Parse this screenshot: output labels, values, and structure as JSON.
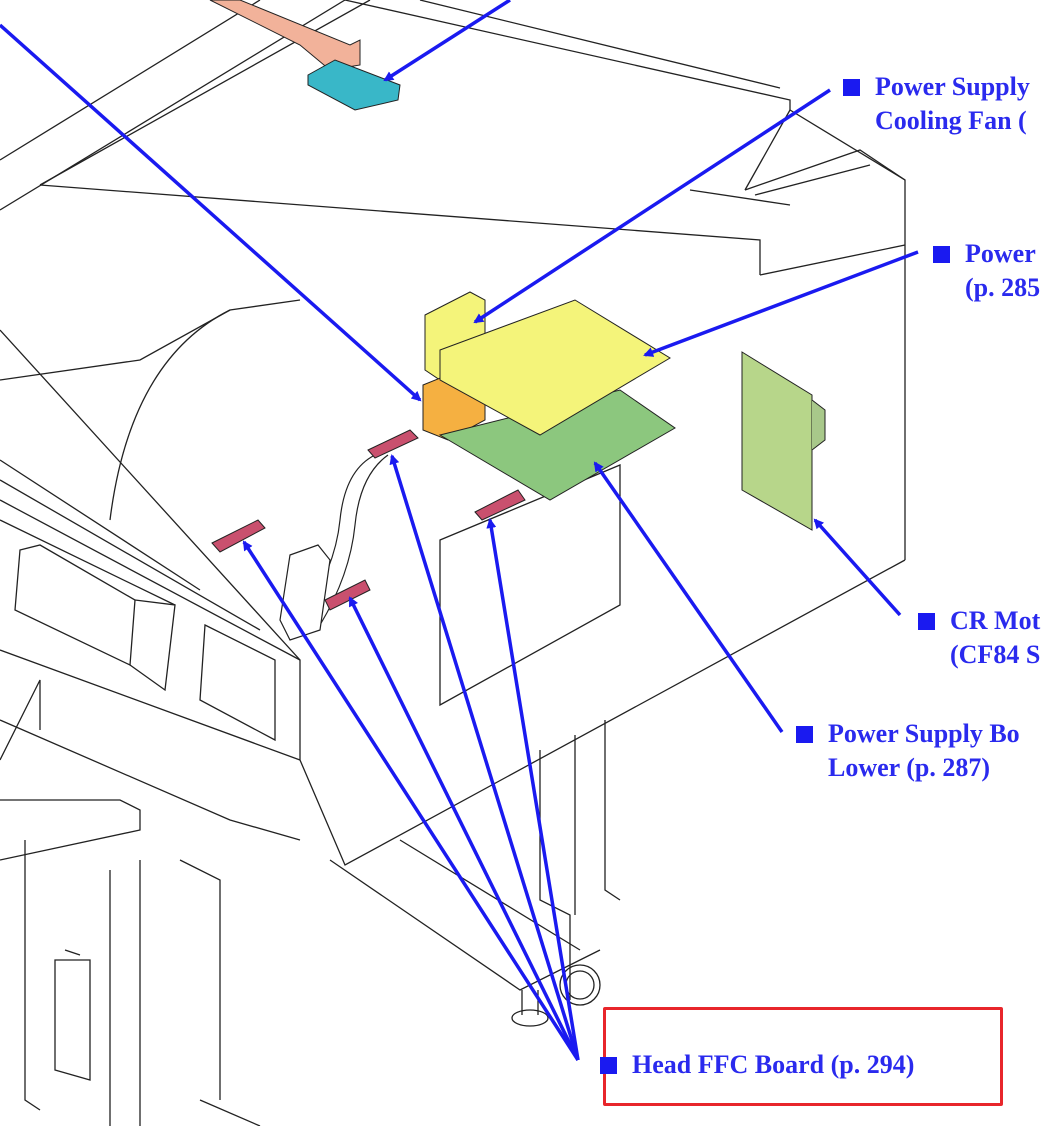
{
  "callouts": {
    "power_supply_fan": {
      "line1": "Power Supply",
      "line2": "Cooling Fan ("
    },
    "power_board_upper": {
      "line1": "Power",
      "line2": "(p. 285"
    },
    "cr_motor": {
      "line1": "CR Mot",
      "line2": "(CF84 S"
    },
    "power_board_lower": {
      "line1": "Power Supply Bo",
      "line2": "Lower (p. 287)"
    },
    "head_ffc_board": {
      "line1": "Head FFC Board (p. 294)"
    }
  },
  "colors": {
    "arrow": "#1a1af0",
    "highlight": "#e8262b",
    "board_yellow": "#f4f47a",
    "board_green": "#8cc77e",
    "fan_orange": "#f5b041",
    "connector_pink": "#c9506e",
    "rail_salmon": "#f2b29a",
    "board_cyan": "#39b7c8"
  },
  "icons": [
    "square-bullet-icon",
    "arrow-icon"
  ]
}
